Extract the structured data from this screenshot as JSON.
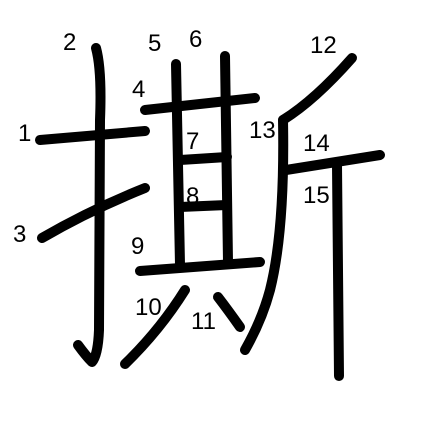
{
  "diagram": {
    "character": "撕",
    "stroke_color": "#000000",
    "background_color": "#ffffff",
    "stroke_numbers": [
      "1",
      "2",
      "3",
      "4",
      "5",
      "6",
      "7",
      "8",
      "9",
      "10",
      "11",
      "12",
      "13",
      "14",
      "15"
    ]
  }
}
